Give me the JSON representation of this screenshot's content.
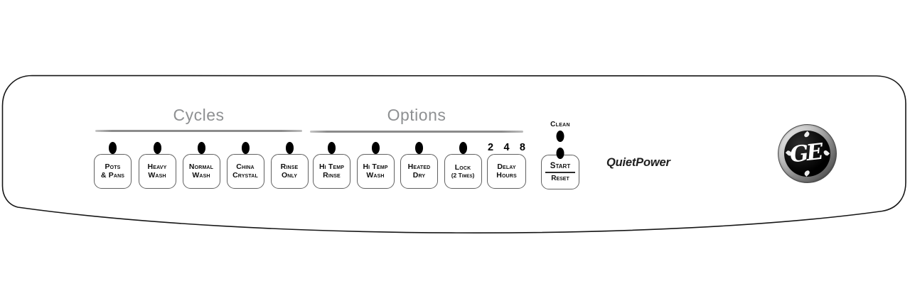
{
  "sections": {
    "cycles_label": "Cycles",
    "options_label": "Options"
  },
  "cycle_buttons": [
    {
      "line1": "Pots",
      "line2": "& Pans"
    },
    {
      "line1": "Heavy",
      "line2": "Wash"
    },
    {
      "line1": "Normal",
      "line2": "Wash"
    },
    {
      "line1": "China",
      "line2": "Crystal"
    },
    {
      "line1": "Rinse",
      "line2": "Only"
    }
  ],
  "option_buttons": [
    {
      "line1": "Hi Temp",
      "line2": "Rinse"
    },
    {
      "line1": "Hi Temp",
      "line2": "Wash"
    },
    {
      "line1": "Heated",
      "line2": "Dry"
    },
    {
      "line1": "Lock",
      "line2": "(2 Times)"
    },
    {
      "line1": "Delay",
      "line2": "Hours"
    }
  ],
  "delay_hours": {
    "numbers": [
      "2",
      "4",
      "8"
    ]
  },
  "start_control": {
    "clean_label": "Clean",
    "start_label": "Start",
    "reset_label": "Reset"
  },
  "branding": {
    "model_line": "QuietPower",
    "logo_monogram": "GE"
  },
  "colors": {
    "led": "#000000",
    "button_border": "#606060",
    "header_text": "#8e9092",
    "section_line": "#8b8b8b",
    "panel_outline": "#161616",
    "label_text": "#0f0f0f"
  }
}
